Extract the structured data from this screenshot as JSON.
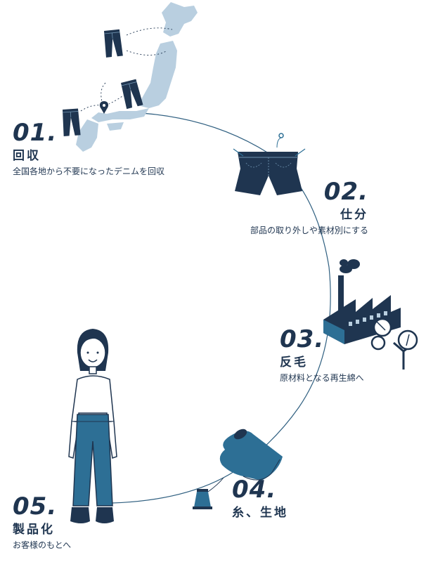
{
  "steps": [
    {
      "number": "01.",
      "title": "回収",
      "desc": "全国各地から不要になったデニムを回収"
    },
    {
      "number": "02.",
      "title": "仕分",
      "desc": "部品の取り外しや素材別にする"
    },
    {
      "number": "03.",
      "title": "反毛",
      "desc": "原材料となる再生綿へ"
    },
    {
      "number": "04.",
      "title": "糸、生地",
      "desc": ""
    },
    {
      "number": "05.",
      "title": "製品化",
      "desc": "お客様のもとへ"
    }
  ],
  "icons": [
    "japan-map-icon",
    "jeans-icon",
    "shorts-icon",
    "factory-icon",
    "cotton-plant-icon",
    "fabric-roll-icon",
    "thread-spool-icon",
    "person-icon"
  ],
  "colors": {
    "navy": "#1f3550",
    "denim": "#2d6f95",
    "light_blue": "#b9cfe0",
    "line": "#2f5f80"
  }
}
